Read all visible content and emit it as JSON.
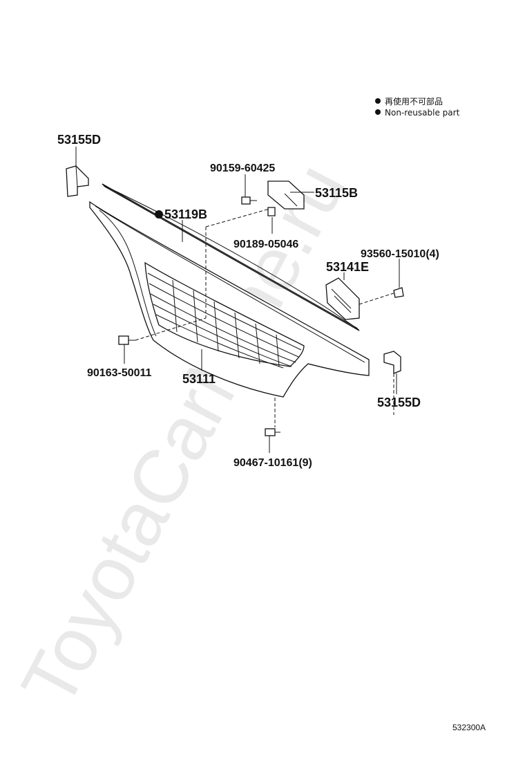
{
  "watermark": "ToyotaCarMine.ru",
  "legend": {
    "line1": "再使用不可部品",
    "line2": "Non-reusable part"
  },
  "parts": {
    "corner_left": "53155D",
    "corner_right": "53155D",
    "bolt_top": "90159-60425",
    "bracket": "53115B",
    "molding": "53119B",
    "clip_top": "90189-05046",
    "screw_right": "93560-15010(4)",
    "emblem": "53141E",
    "bolt_left": "90163-50011",
    "grille": "53111",
    "clip_bottom": "90467-10161(9)"
  },
  "figure_code": "532300A"
}
